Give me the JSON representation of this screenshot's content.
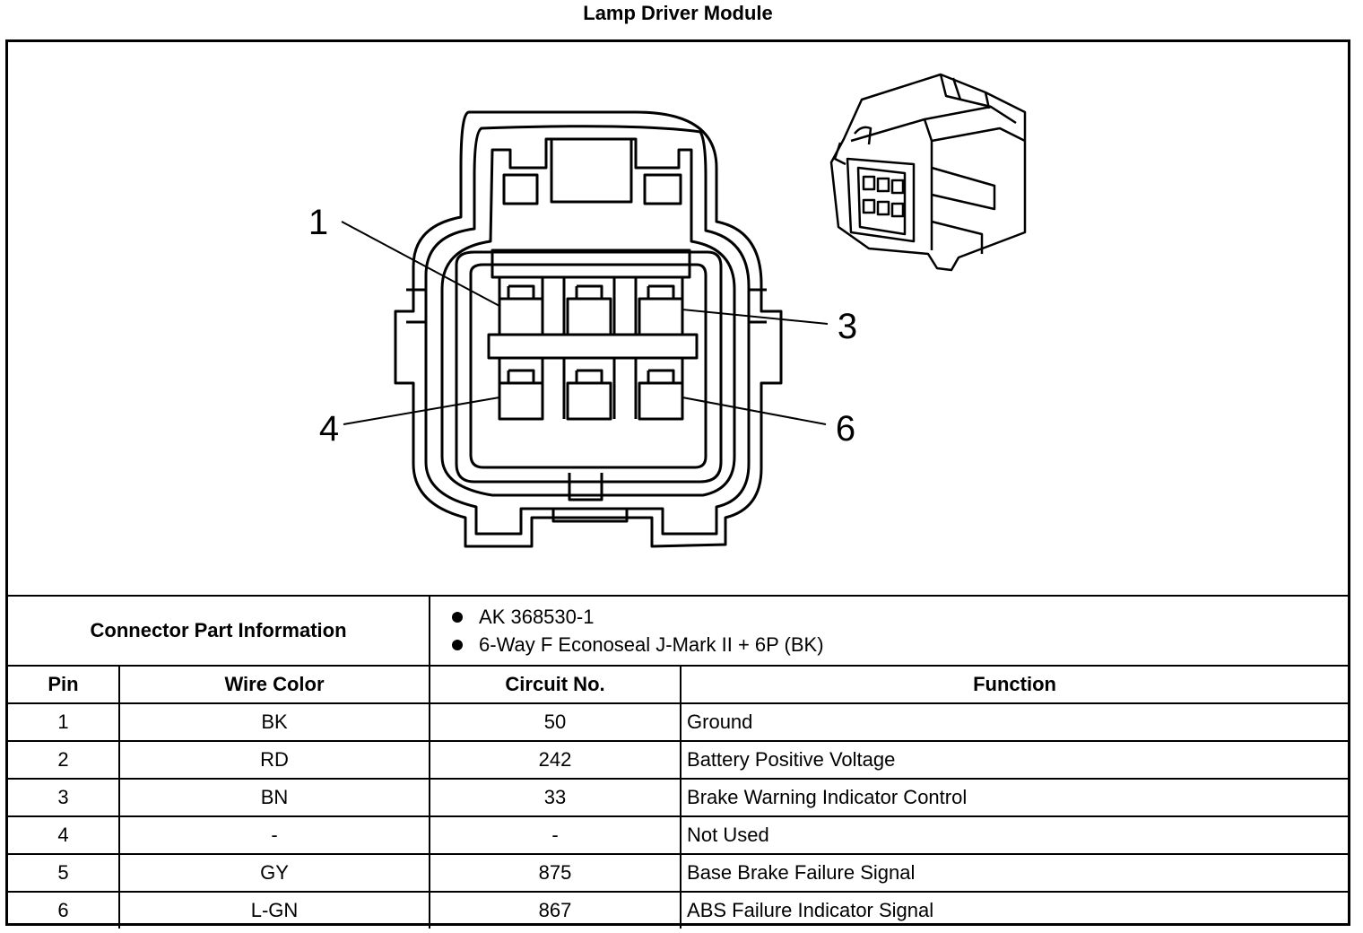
{
  "title": "Lamp Driver Module",
  "diagram": {
    "pin_callouts": [
      "1",
      "3",
      "4",
      "6"
    ]
  },
  "connector_info": {
    "label": "Connector Part Information",
    "items": [
      "AK 368530-1",
      "6-Way F Econoseal J-Mark II + 6P (BK)"
    ]
  },
  "table": {
    "headers": [
      "Pin",
      "Wire Color",
      "Circuit No.",
      "Function"
    ],
    "rows": [
      [
        "1",
        "BK",
        "50",
        "Ground"
      ],
      [
        "2",
        "RD",
        "242",
        "Battery Positive Voltage"
      ],
      [
        "3",
        "BN",
        "33",
        "Brake Warning Indicator Control"
      ],
      [
        "4",
        "-",
        "-",
        "Not Used"
      ],
      [
        "5",
        "GY",
        "875",
        "Base Brake Failure Signal"
      ],
      [
        "6",
        "L-GN",
        "867",
        "ABS Failure Indicator Signal"
      ]
    ]
  }
}
